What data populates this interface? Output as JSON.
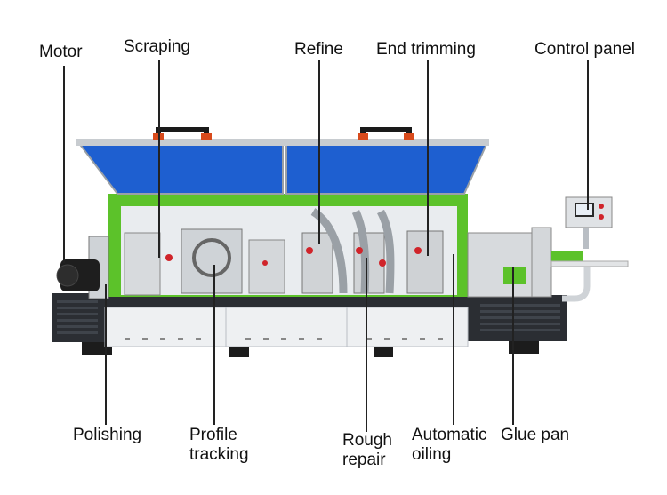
{
  "labels": {
    "top": {
      "motor": "Motor",
      "scraping": "Scraping",
      "refine": "Refine",
      "end_trimming": "End trimming",
      "control_panel": "Control panel"
    },
    "bottom": {
      "polishing": "Polishing",
      "profile_tracking_1": "Profile",
      "profile_tracking_2": "tracking",
      "rough_repair_1": "Rough",
      "rough_repair_2": "repair",
      "automatic_oiling_1": "Automatic",
      "automatic_oiling_2": "oiling",
      "glue_pan": "Glue pan"
    }
  },
  "colors": {
    "machine_green": "#5cc22a",
    "cover_blue": "#1e5fd0",
    "body_dark": "#2b2e33",
    "panel_white": "#eef0f2",
    "handle": "#1a1a1a"
  }
}
